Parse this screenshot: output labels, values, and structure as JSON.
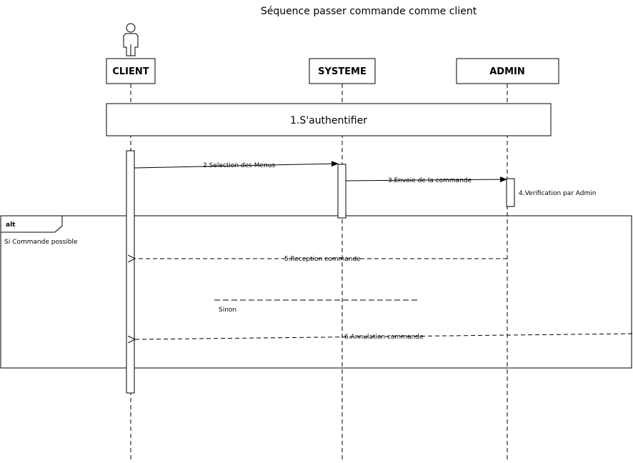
{
  "title": "Séquence passer commande comme client",
  "actor": {
    "icon": "person-icon"
  },
  "participants": {
    "client": "CLIENT",
    "systeme": "SYSTEME",
    "admin": "ADMIN"
  },
  "auth_frame": "1.S'authentifier",
  "messages": {
    "m2": "2.Selection des Menus",
    "m3": "3.Envoie de la commande",
    "m4": "4.Verification par Admin",
    "m5": "5.Reception commande",
    "m6": "6.Annulation commande"
  },
  "alt": {
    "label": "alt",
    "guard": "Si Commande possible",
    "else": "Sinon"
  }
}
